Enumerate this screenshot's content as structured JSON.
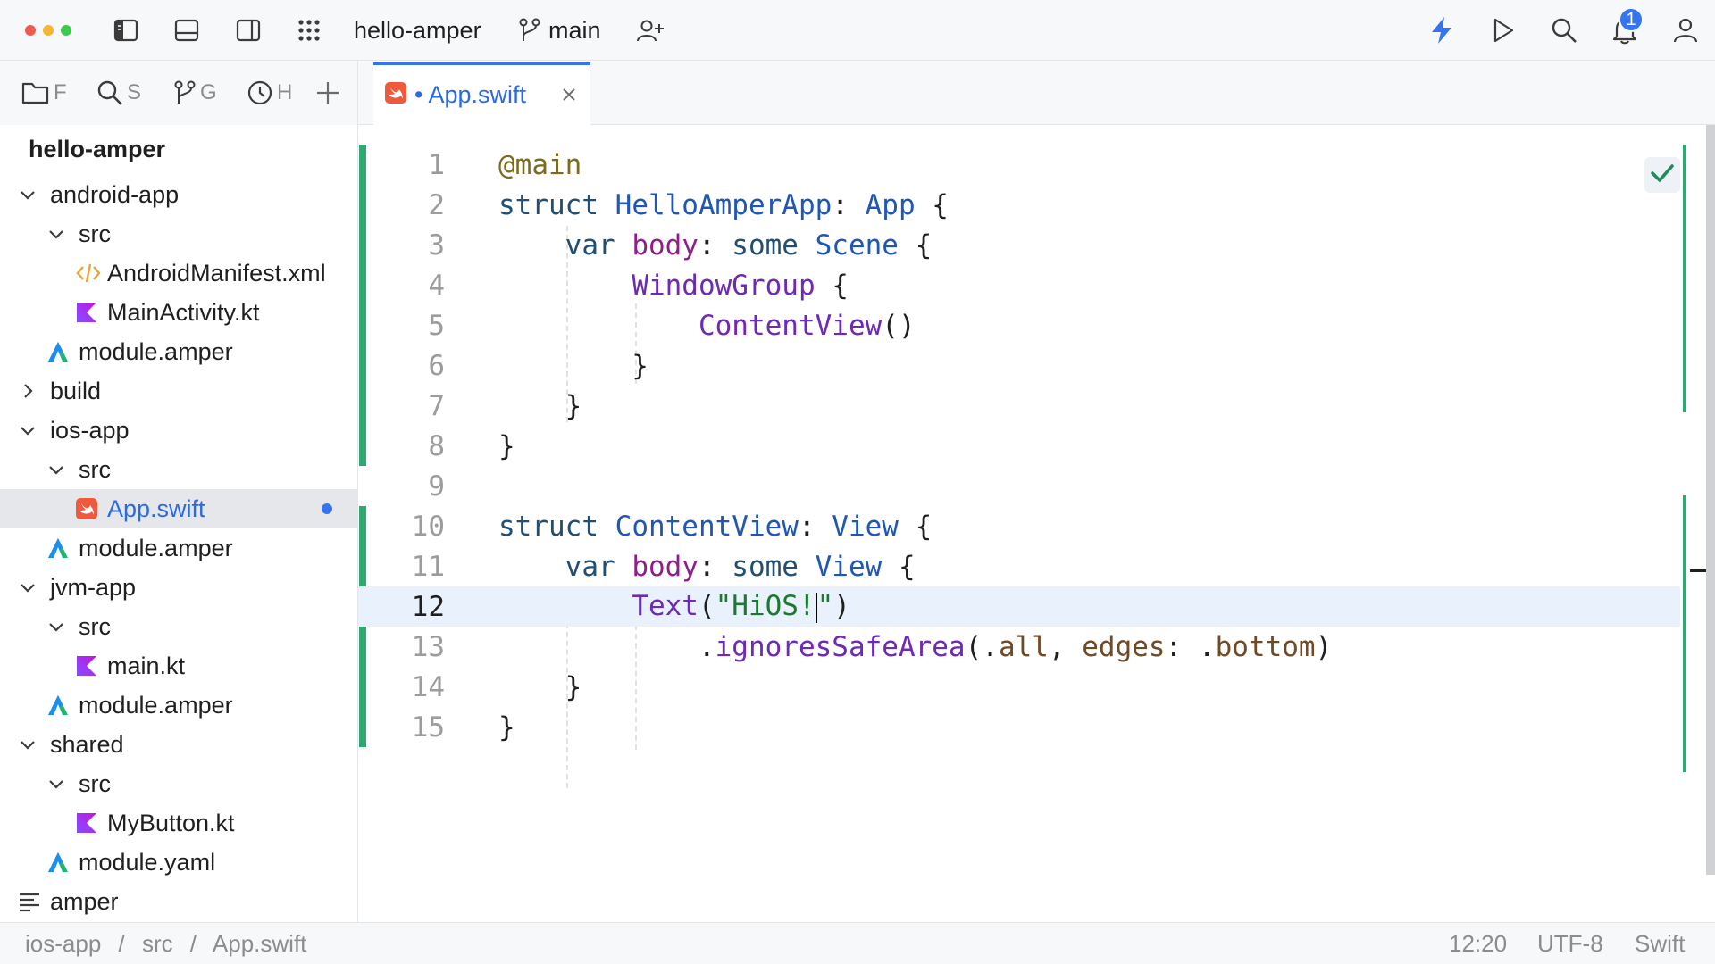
{
  "titlebar": {
    "window_controls": [
      "close",
      "minimize",
      "maximize"
    ],
    "layout_icons": [
      "left-panel-icon",
      "bottom-panel-icon",
      "right-panel-icon",
      "apps-grid-icon"
    ],
    "project_name": "hello-amper",
    "branch": "main",
    "right_icons": [
      "lightning-icon",
      "run-icon",
      "search-icon",
      "notifications-icon",
      "account-icon"
    ],
    "notification_count": "1"
  },
  "tool_tabs": [
    {
      "icon": "folder-icon",
      "label": "F"
    },
    {
      "icon": "search-icon",
      "label": "S"
    },
    {
      "icon": "git-branch-icon",
      "label": "G"
    },
    {
      "icon": "history-icon",
      "label": "H"
    },
    {
      "icon": "add-icon",
      "label": ""
    }
  ],
  "sidebar": {
    "project_title": "hello-amper",
    "tree": [
      {
        "label": "android-app",
        "icon": "chevron-down-icon",
        "type": "folder"
      },
      {
        "label": "src",
        "icon": "chevron-down-icon",
        "type": "folder"
      },
      {
        "label": "AndroidManifest.xml",
        "icon": "xml-file-icon",
        "type": "file"
      },
      {
        "label": "MainActivity.kt",
        "icon": "kotlin-file-icon",
        "type": "file"
      },
      {
        "label": "module.amper",
        "icon": "amper-file-icon",
        "type": "file"
      },
      {
        "label": "build",
        "icon": "chevron-right-icon",
        "type": "folder"
      },
      {
        "label": "ios-app",
        "icon": "chevron-down-icon",
        "type": "folder"
      },
      {
        "label": "src",
        "icon": "chevron-down-icon",
        "type": "folder"
      },
      {
        "label": "App.swift",
        "icon": "swift-file-icon",
        "type": "file",
        "selected": true,
        "modified": true
      },
      {
        "label": "module.amper",
        "icon": "amper-file-icon",
        "type": "file"
      },
      {
        "label": "jvm-app",
        "icon": "chevron-down-icon",
        "type": "folder"
      },
      {
        "label": "src",
        "icon": "chevron-down-icon",
        "type": "folder"
      },
      {
        "label": "main.kt",
        "icon": "kotlin-file-icon",
        "type": "file"
      },
      {
        "label": "module.amper",
        "icon": "amper-file-icon",
        "type": "file"
      },
      {
        "label": "shared",
        "icon": "chevron-down-icon",
        "type": "folder"
      },
      {
        "label": "src",
        "icon": "chevron-down-icon",
        "type": "folder"
      },
      {
        "label": "MyButton.kt",
        "icon": "kotlin-file-icon",
        "type": "file"
      },
      {
        "label": "module.yaml",
        "icon": "amper-file-icon",
        "type": "file"
      },
      {
        "label": "amper",
        "icon": "text-file-icon",
        "type": "file"
      }
    ]
  },
  "editor_tab": {
    "modified_marker": "•",
    "label": "App.swift",
    "icon": "swift-file-icon"
  },
  "editor": {
    "current_line": 12,
    "lines": [
      {
        "n": "1",
        "tokens": [
          [
            "ann",
            "@main"
          ]
        ]
      },
      {
        "n": "2",
        "tokens": [
          [
            "kw",
            "struct "
          ],
          [
            "type",
            "HelloAmperApp"
          ],
          [
            "plain",
            ": "
          ],
          [
            "type",
            "App"
          ],
          [
            "plain",
            " {"
          ]
        ]
      },
      {
        "n": "3",
        "tokens": [
          [
            "plain",
            "    "
          ],
          [
            "kw",
            "var "
          ],
          [
            "prop",
            "body"
          ],
          [
            "plain",
            ": "
          ],
          [
            "kw",
            "some "
          ],
          [
            "type",
            "Scene"
          ],
          [
            "plain",
            " {"
          ]
        ]
      },
      {
        "n": "4",
        "tokens": [
          [
            "plain",
            "        "
          ],
          [
            "call",
            "WindowGroup"
          ],
          [
            "plain",
            " {"
          ]
        ]
      },
      {
        "n": "5",
        "tokens": [
          [
            "plain",
            "            "
          ],
          [
            "call",
            "ContentView"
          ],
          [
            "plain",
            "()"
          ]
        ]
      },
      {
        "n": "6",
        "tokens": [
          [
            "plain",
            "        }"
          ]
        ]
      },
      {
        "n": "7",
        "tokens": [
          [
            "plain",
            "    }"
          ]
        ]
      },
      {
        "n": "8",
        "tokens": [
          [
            "plain",
            "}"
          ]
        ]
      },
      {
        "n": "9",
        "tokens": []
      },
      {
        "n": "10",
        "tokens": [
          [
            "kw",
            "struct "
          ],
          [
            "type",
            "ContentView"
          ],
          [
            "plain",
            ": "
          ],
          [
            "type",
            "View"
          ],
          [
            "plain",
            " {"
          ]
        ]
      },
      {
        "n": "11",
        "tokens": [
          [
            "plain",
            "    "
          ],
          [
            "kw",
            "var "
          ],
          [
            "prop",
            "body"
          ],
          [
            "plain",
            ": "
          ],
          [
            "kw",
            "some "
          ],
          [
            "type",
            "View"
          ],
          [
            "plain",
            " {"
          ]
        ]
      },
      {
        "n": "12",
        "tokens": [
          [
            "plain",
            "        "
          ],
          [
            "call",
            "Text"
          ],
          [
            "plain",
            "("
          ],
          [
            "str",
            "\"HiOS!"
          ],
          [
            "caret",
            ""
          ],
          [
            "str",
            "\""
          ],
          [
            "plain",
            ")"
          ]
        ]
      },
      {
        "n": "13",
        "tokens": [
          [
            "plain",
            "            ."
          ],
          [
            "call",
            "ignoresSafeArea"
          ],
          [
            "plain",
            "(."
          ],
          [
            "enum",
            "all"
          ],
          [
            "plain",
            ", "
          ],
          [
            "param",
            "edges"
          ],
          [
            "plain",
            ": ."
          ],
          [
            "enum",
            "bottom"
          ],
          [
            "plain",
            ")"
          ]
        ]
      },
      {
        "n": "14",
        "tokens": [
          [
            "plain",
            "    }"
          ]
        ]
      },
      {
        "n": "15",
        "tokens": [
          [
            "plain",
            "}"
          ]
        ]
      }
    ],
    "inspection_status_icon": "checkmark-icon"
  },
  "statusbar": {
    "breadcrumb": [
      "ios-app",
      "src",
      "App.swift"
    ],
    "separator": "/",
    "cursor_position": "12:20",
    "encoding": "UTF-8",
    "language": "Swift"
  },
  "colors": {
    "accent": "#3574f0",
    "vcs_added": "#2fa971",
    "close_dot": "#ee5a52",
    "minimize_dot": "#f5b731",
    "maximize_dot": "#3cc94d"
  }
}
